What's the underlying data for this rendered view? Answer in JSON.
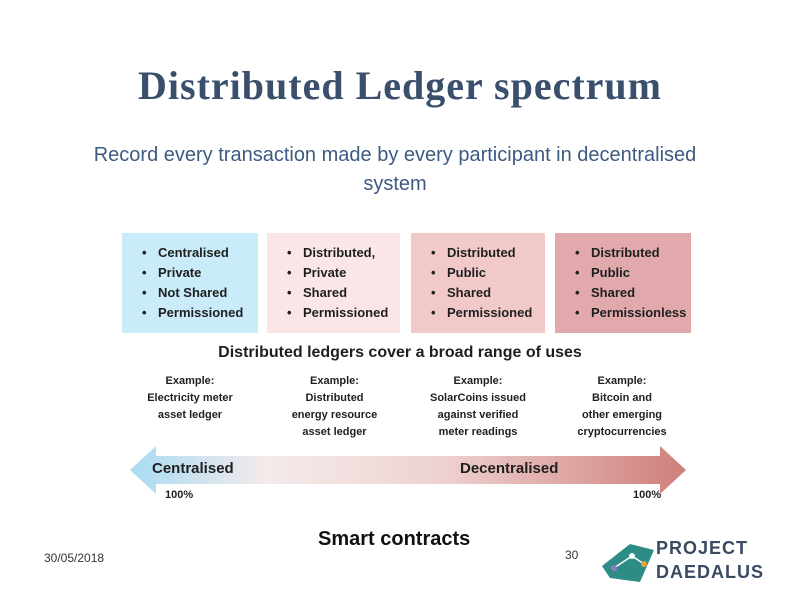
{
  "slide": {
    "title": "Distributed Ledger spectrum",
    "subtitle": "Record every transaction made by every participant in decentralised system",
    "boxes": [
      {
        "items": [
          "Centralised",
          "Private",
          "Not Shared",
          "Permissioned"
        ]
      },
      {
        "items": [
          "Distributed,",
          "Private",
          "Shared",
          "Permissioned"
        ]
      },
      {
        "items": [
          "Distributed",
          "Public",
          "Shared",
          "Permissioned"
        ]
      },
      {
        "items": [
          "Distributed",
          "Public",
          "Shared",
          "Permissionless"
        ]
      }
    ],
    "band_text": "Distributed ledgers cover a broad range of uses",
    "examples": [
      {
        "lines": [
          "Example:",
          "Electricity meter",
          "asset ledger"
        ]
      },
      {
        "lines": [
          "Example:",
          "Distributed",
          "energy resource",
          "asset ledger"
        ]
      },
      {
        "lines": [
          "Example:",
          "SolarCoins issued",
          "against verified",
          "meter readings"
        ]
      },
      {
        "lines": [
          "Example:",
          "Bitcoin and",
          "other emerging",
          "cryptocurrencies"
        ]
      }
    ],
    "arrow": {
      "left_label": "Centralised",
      "right_label": "Decentralised",
      "left_percent": "100%",
      "right_percent": "100%",
      "left_color": "#a8dcf2",
      "right_color": "#cf7f7a"
    },
    "footer_heading": "Smart contracts",
    "date": "30/05/2018",
    "page_number": "30",
    "logo": {
      "line1": "PROJECT",
      "line2": "DAEDALUS",
      "accent_color": "#2e8c86"
    }
  }
}
